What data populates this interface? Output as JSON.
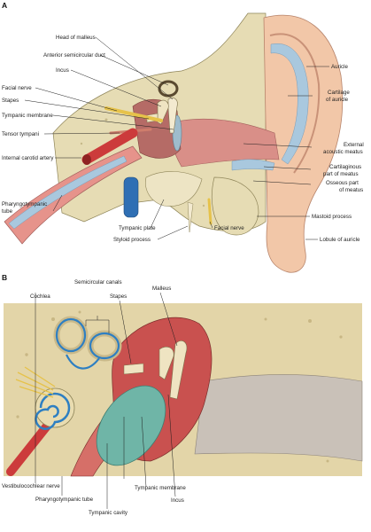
{
  "panels": {
    "a": {
      "letter": "A",
      "labels": {
        "head_of_malleus": "Head of malleus",
        "anterior_semicircular_duct": "Anterior semicircular duct",
        "incus": "Incus",
        "facial_nerve_upper": "Facial nerve",
        "stapes": "Stapes",
        "tympanic_membrane": "Tympanic membrane",
        "tensor_tympani": "Tensor tympani",
        "internal_carotid_artery": "Internal carotid artery",
        "pharyngotympanic_tube_l1": "Pharyngotympanic",
        "pharyngotympanic_tube_l2": "tube",
        "tympanic_plate": "Tympanic plate",
        "styloid_process": "Styloid process",
        "facial_nerve_lower": "Facial nerve",
        "auricle": "Auricle",
        "cartilage_of_auricle_l1": "Cartilage",
        "cartilage_of_auricle_l2": "of auricle",
        "external_acoustic_meatus_l1": "External",
        "external_acoustic_meatus_l2": "acoustic meatus",
        "cartilaginous_part_l1": "Cartilaginous",
        "cartilaginous_part_l2": "part of meatus",
        "osseous_part_l1": "Osseous part",
        "osseous_part_l2": "of meatus",
        "mastoid_process": "Mastoid process",
        "lobule_of_auricle": "Lobule of auricle"
      }
    },
    "b": {
      "letter": "B",
      "labels": {
        "cochlea": "Cochlea",
        "semicircular_canals": "Semicircular canals",
        "stapes": "Stapes",
        "malleus": "Malleus",
        "vestibulocochlear_nerve": "Vestibulocochlear nerve",
        "pharyngotympanic_tube": "Pharyngotympanic tube",
        "tympanic_cavity": "Tympanic cavity",
        "tympanic_membrane": "Tympanic membrane",
        "incus": "Incus"
      }
    }
  },
  "colors": {
    "bone": "#e6dcb4",
    "skin": "#f2c7a8",
    "canal": "#d98f88",
    "cartilage": "#a9c8de",
    "artery": "#cc3b3b",
    "vein": "#2f6fb4",
    "nerve": "#e6c24a",
    "membrane": "#6fb5a7"
  }
}
